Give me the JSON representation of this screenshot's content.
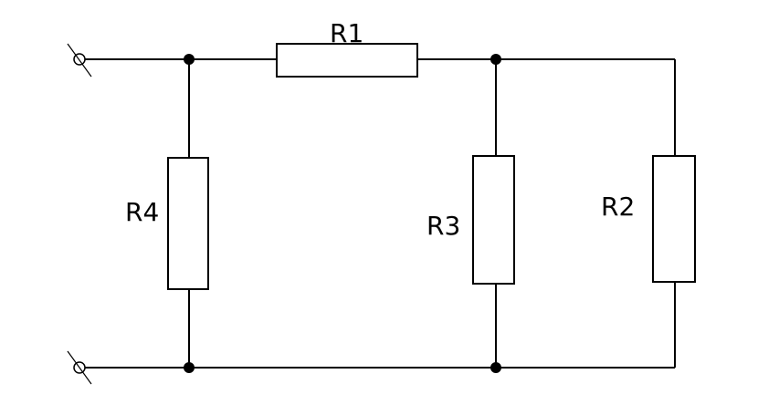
{
  "resistors": {
    "r1": {
      "label": "R1"
    },
    "r2": {
      "label": "R2"
    },
    "r3": {
      "label": "R3"
    },
    "r4": {
      "label": "R4"
    }
  },
  "colors": {
    "stroke": "#000000",
    "background": "#ffffff"
  }
}
